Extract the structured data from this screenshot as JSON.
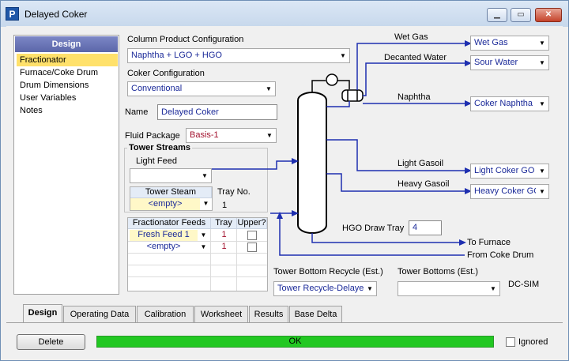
{
  "window": {
    "title": "Delayed Coker",
    "icon_letter": "P",
    "icons": [
      "minimize-icon",
      "maximize-icon",
      "close-icon"
    ]
  },
  "nav": {
    "header": "Design",
    "items": [
      {
        "label": "Fractionator",
        "selected": true
      },
      {
        "label": "Furnace/Coke Drum",
        "selected": false
      },
      {
        "label": "Drum Dimensions",
        "selected": false
      },
      {
        "label": "User Variables",
        "selected": false
      },
      {
        "label": "Notes",
        "selected": false
      }
    ]
  },
  "form": {
    "column_product_label": "Column Product Configuration",
    "column_product_value": "Naphtha + LGO + HGO",
    "coker_config_label": "Coker Configuration",
    "coker_config_value": "Conventional",
    "name_label": "Name",
    "name_value": "Delayed Coker",
    "fluid_package_label": "Fluid Package",
    "fluid_package_value": "Basis-1"
  },
  "tower_streams": {
    "title": "Tower Streams",
    "light_feed_label": "Light Feed",
    "light_feed_value": "",
    "steam_header": "Tower Steam",
    "steam_value": "<empty>",
    "tray_no_label": "Tray No.",
    "tray_no_value": "1"
  },
  "feeds_table": {
    "headers": [
      "Fractionator Feeds",
      "Tray",
      "Upper?"
    ],
    "rows": [
      {
        "feed": "Fresh Feed 1",
        "tray": "1"
      },
      {
        "feed": "<empty>",
        "tray": "1"
      }
    ]
  },
  "diagram": {
    "wet_gas_label": "Wet Gas",
    "decanted_water_label": "Decanted Water",
    "naphtha_label": "Naphtha",
    "light_gasoil_label": "Light Gasoil",
    "heavy_gasoil_label": "Heavy Gasoil",
    "hgo_draw_tray_label": "HGO Draw Tray",
    "hgo_draw_tray_value": "4",
    "to_furnace_label": "To Furnace",
    "from_coke_drum_label": "From Coke Drum",
    "wet_gas_value": "Wet Gas",
    "sour_water_value": "Sour Water",
    "naphtha_value": "Coker Naphtha",
    "lgo_value": "Light Coker GO",
    "hgo_value": "Heavy Coker GO",
    "line_color": "#1e2fb0"
  },
  "bottom": {
    "recycle_label": "Tower Bottom Recycle (Est.)",
    "recycle_value": "Tower Recycle-Delayed",
    "bottoms_label": "Tower Bottoms (Est.)",
    "bottoms_value": "",
    "dcsim_label": "DC-SIM"
  },
  "tabs": [
    "Design",
    "Operating Data",
    "Calibration",
    "Worksheet",
    "Results",
    "Base Delta"
  ],
  "footer": {
    "delete_label": "Delete",
    "status_text": "OK",
    "status_color": "#22c822",
    "ignored_label": "Ignored"
  }
}
